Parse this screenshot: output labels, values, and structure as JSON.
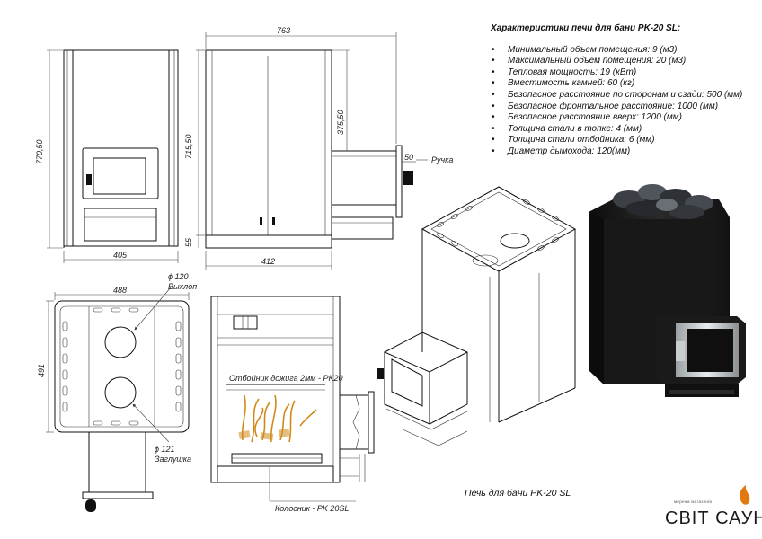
{
  "specs": {
    "title": "Характеристики печи для бани PK-20 SL:",
    "items": [
      "Минимальный  объем помещения: 9 (м3)",
      "Максимальный объем помещения: 20 (м3)",
      "Тепловая мощность: 19 (кВт)",
      "Вместимость камней: 60 (кг)",
      "Безопасное расстояние по сторонам и сзади: 500 (мм)",
      "Безопасное фронтальное расстояние: 1000 (мм)",
      "Безопасное расстояние вверх: 1200 (мм)",
      "Толщина стали в топке: 4 (мм)",
      "Толщина стали отбойника: 6 (мм)",
      "Диаметр дымохода: 120(мм)"
    ]
  },
  "dimensions": {
    "front_height": "770,50",
    "front_width": "405",
    "overall_width": "763",
    "side_height": "715,50",
    "side_leg": "55",
    "side_firebox_height": "375,50",
    "side_width": "412",
    "handle_offset": "50",
    "top_width": "488",
    "top_depth": "491",
    "exhaust_dia": "ϕ 120",
    "plug_dia": "ϕ 121"
  },
  "labels": {
    "handle": "Ручка",
    "exhaust": "Выхлоп",
    "plug": "Заглушка",
    "deflector": "Отбойник дожига 2мм - PK20",
    "grate": "Колосник - PK 20SL"
  },
  "caption": "Печь для бани PK-20 SL",
  "logo": {
    "brand": "СВІТ САУН",
    "tagline": "мережа магазинів"
  },
  "colors": {
    "stove_body": "#1c1c1c",
    "flame": "#d08a1c",
    "logo_flame": "#e07a10"
  }
}
